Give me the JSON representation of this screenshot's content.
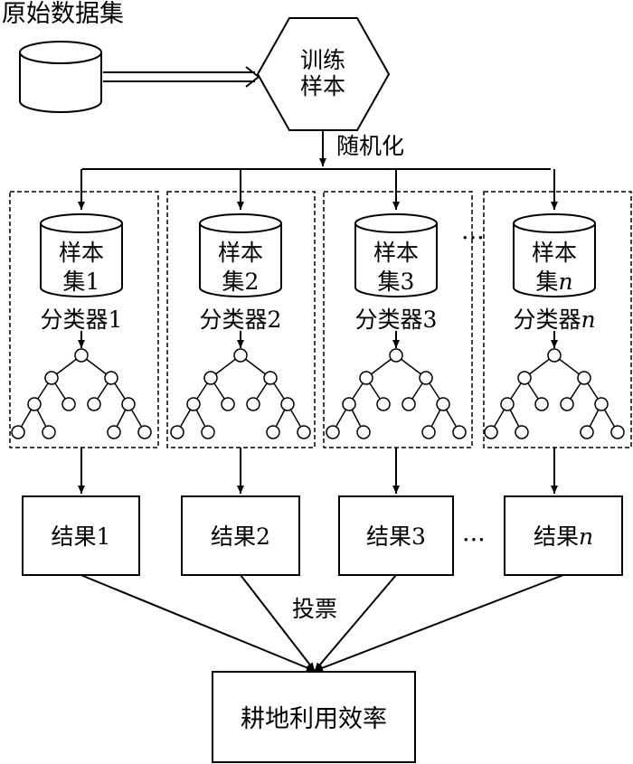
{
  "diagram": {
    "source_label": "原始数据集",
    "training_line1": "训练",
    "training_line2": "样本",
    "randomize_label": "随机化",
    "ellipsis": "···",
    "sample_word": "样本",
    "set_word": "集",
    "classifier_word": "分类器",
    "result_word": "结果",
    "vote_label": "投票",
    "final_output": "耕地利用效率",
    "indices": [
      "1",
      "2",
      "3",
      "n"
    ]
  }
}
